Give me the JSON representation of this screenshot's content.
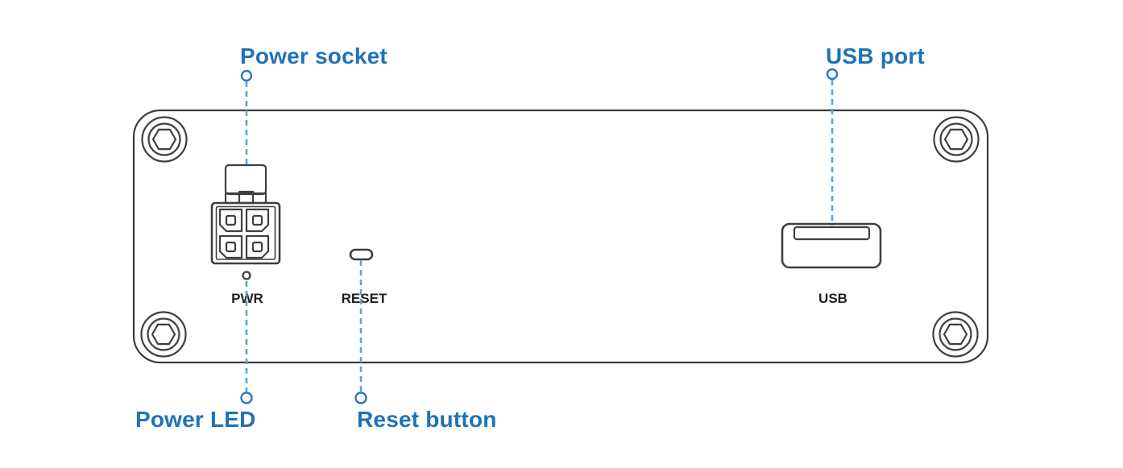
{
  "diagram": {
    "callouts": {
      "power_socket": "Power socket",
      "usb_port": "USB port",
      "power_led": "Power LED",
      "reset_button": "Reset button"
    },
    "panel_labels": {
      "pwr": "PWR",
      "reset": "RESET",
      "usb": "USB"
    },
    "figure_parts": [
      "corner-screw-icon",
      "power-socket-connector-icon",
      "power-led-icon",
      "reset-pinhole-icon",
      "usb-port-icon"
    ]
  },
  "colors": {
    "bg": "#ffffff",
    "accent": "#1f72b8",
    "leader": "#5ca3d9",
    "node": "#2a7abd",
    "outline": "#3f3f3f",
    "panel-text": "#231f20"
  }
}
